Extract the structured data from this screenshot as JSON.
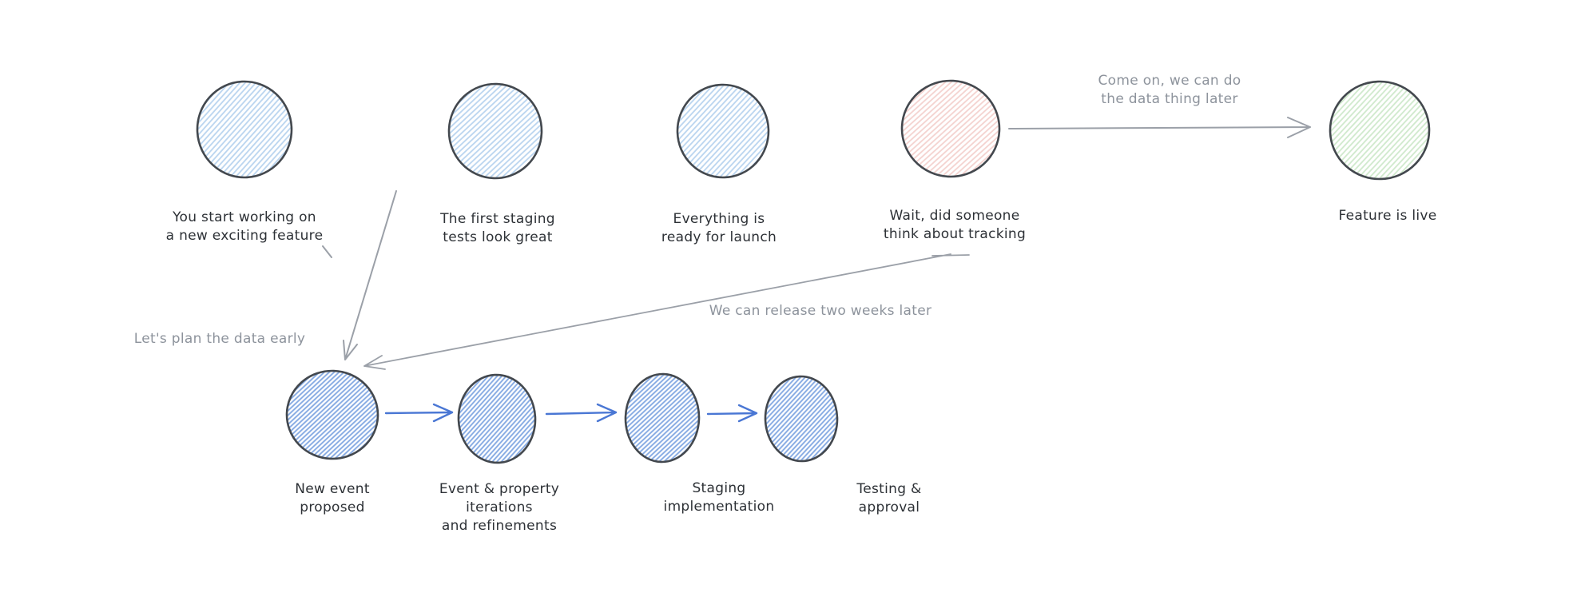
{
  "diagram": {
    "background": "#ffffff",
    "colors": {
      "outline": "#43484e",
      "text_dark": "#2d3136",
      "text_gray": "#8d939c",
      "arrow_gray": "#9ba0a8",
      "arrow_blue": "#4a77d4",
      "hatch_blue_light": "#b9d4ef",
      "hatch_blue": "#84a9e2",
      "hatch_pink": "#f4d2cf",
      "hatch_green": "#cfe9cc"
    },
    "top_row": {
      "nodes": [
        {
          "label": "You start working on\na new exciting feature"
        },
        {
          "label": "The first staging\ntests look great"
        },
        {
          "label": "Everything is\nready for launch"
        },
        {
          "label": "Wait, did someone\nthink about tracking"
        },
        {
          "label": "Feature is live"
        }
      ],
      "skip_arrow_label": "Come on, we can do\nthe data thing later"
    },
    "bottom_row": {
      "nodes": [
        {
          "label": "New event\nproposed"
        },
        {
          "label": "Event & property\niterations\nand refinements"
        },
        {
          "label": "Staging\nimplementation"
        },
        {
          "label": "Testing &\napproval"
        }
      ]
    },
    "annotations": {
      "plan_early": "Let's plan the data early",
      "release_later": "We can release two weeks later"
    }
  }
}
